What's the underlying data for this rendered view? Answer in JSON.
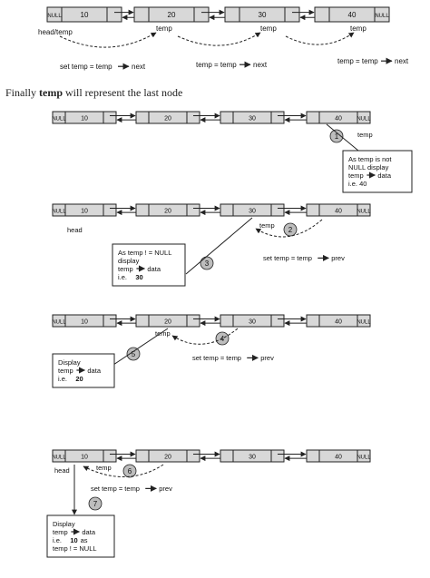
{
  "narration": {
    "prefix": "Finally",
    "keyword": "temp",
    "suffix": "will represent the last node"
  },
  "null_text": "NULL",
  "colors": {
    "node_fill": "#d8d8d8",
    "stroke": "#222222",
    "badge_fill": "#bdbdbd",
    "background": "#ffffff"
  },
  "rows": [
    {
      "id": "row-1",
      "values": [
        "10",
        "20",
        "30",
        "40"
      ],
      "labels": [
        {
          "text": "head/temp"
        },
        {
          "text": "temp"
        },
        {
          "text": "temp"
        },
        {
          "text": "temp"
        }
      ],
      "captions": [
        {
          "text": "set temp = temp",
          "tail": "next"
        },
        {
          "text": "temp = temp",
          "tail": "next"
        },
        {
          "text": "temp = temp",
          "tail": "next"
        }
      ]
    },
    {
      "id": "row-2",
      "values": [
        "10",
        "20",
        "30",
        "40"
      ],
      "labels": [
        {
          "text": "temp"
        }
      ],
      "steps": [
        "1"
      ],
      "notes": [
        {
          "lines": [
            "As temp is not",
            "NULL display",
            "temp",
            "data",
            "i.e. 40"
          ]
        }
      ]
    },
    {
      "id": "row-3",
      "values": [
        "10",
        "20",
        "30",
        "40"
      ],
      "labels": [
        {
          "text": "head"
        },
        {
          "text": "temp"
        }
      ],
      "steps": [
        "2",
        "3"
      ],
      "captions": [
        {
          "text": "set temp = temp",
          "tail": "prev"
        }
      ],
      "notes": [
        {
          "lines": [
            "As temp ! = NULL",
            "display",
            "temp",
            "data",
            "i.e.",
            "30"
          ]
        }
      ]
    },
    {
      "id": "row-4",
      "values": [
        "10",
        "20",
        "30",
        "40"
      ],
      "labels": [
        {
          "text": "temp"
        }
      ],
      "steps": [
        "4",
        "5"
      ],
      "captions": [
        {
          "text": "set temp = temp",
          "tail": "prev"
        }
      ],
      "notes": [
        {
          "lines": [
            "Display",
            "temp",
            "data",
            "i.e.",
            "20"
          ]
        }
      ]
    },
    {
      "id": "row-5",
      "values": [
        "10",
        "20",
        "30",
        "40"
      ],
      "labels": [
        {
          "text": "head"
        },
        {
          "text": "temp"
        }
      ],
      "steps": [
        "6",
        "7"
      ],
      "captions": [
        {
          "text": "set temp = temp",
          "tail": "prev"
        }
      ],
      "notes": [
        {
          "lines": [
            "Display",
            "temp",
            "data",
            "i.e.",
            "10",
            "as",
            "temp ! = NULL"
          ]
        }
      ]
    }
  ]
}
